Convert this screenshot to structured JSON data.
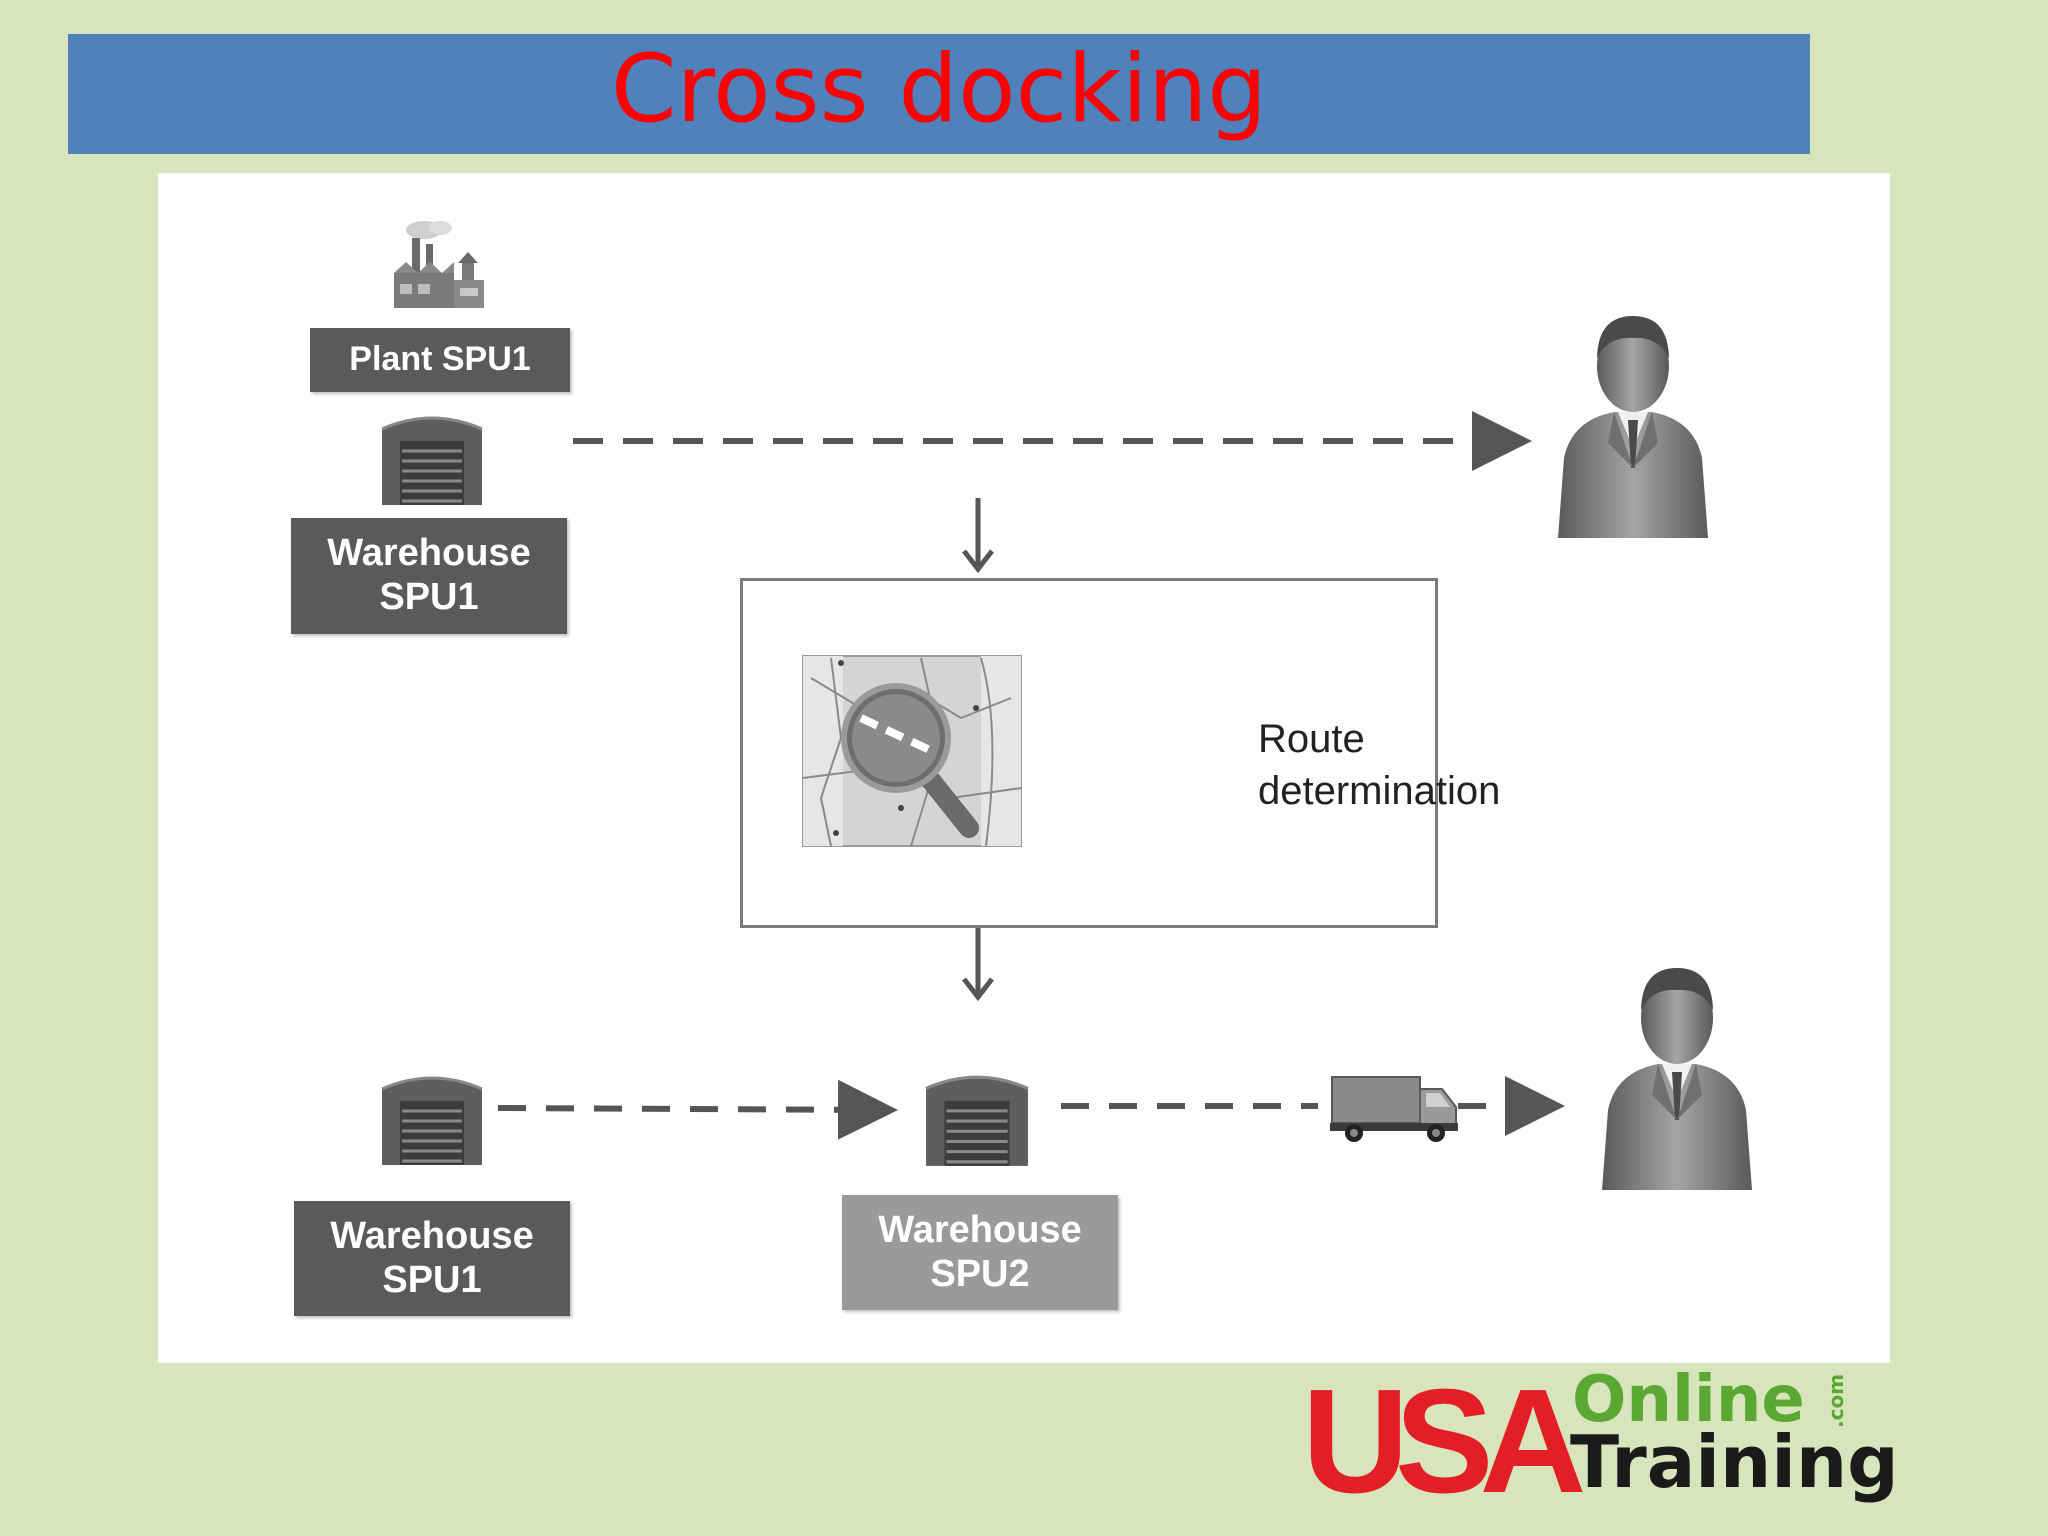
{
  "slide": {
    "title": "Cross docking"
  },
  "diagram": {
    "plant_label": "Plant SPU1",
    "warehouse_top": {
      "line1": "Warehouse",
      "line2": "SPU1"
    },
    "route": {
      "line1": "Route",
      "line2": "determination"
    },
    "warehouse_bottom_left": {
      "line1": "Warehouse",
      "line2": "SPU1"
    },
    "warehouse_bottom_mid": {
      "line1": "Warehouse",
      "line2": "SPU2"
    }
  },
  "logo": {
    "usa": "USA",
    "online": "Online",
    "training": "Training",
    "com": ".com"
  },
  "colors": {
    "background": "#d8e4bc",
    "title_bar": "#4f81bd",
    "title_text": "#ff0000",
    "label_dark": "#5a5a5a",
    "label_light": "#9a9a9a",
    "logo_red": "#e31e24",
    "logo_green": "#5aa832"
  }
}
